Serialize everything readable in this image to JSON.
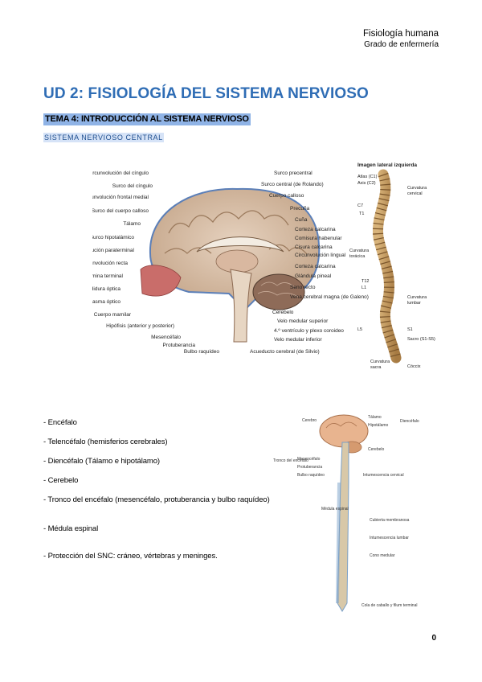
{
  "header": {
    "subject": "Fisiología humana",
    "degree": "Grado de enfermería"
  },
  "title": "UD 2: FISIOLOGÍA DEL SISTEMA NERVIOSO",
  "tema": "TEMA 4: INTRODUCCIÓN AL SISTEMA NERVIOSO",
  "section": "SISTEMA NERVIOSO CENTRAL",
  "figure1": {
    "labels_left": [
      "Circunvolución del cíngulo",
      "Surco del cíngulo",
      "Circunvolución frontal medial",
      "Surco del cuerpo calloso",
      "Tálamo",
      "Surco hipotalámico",
      "Circunvolución paraterminal",
      "Circunvolución recta",
      "Lámina terminal",
      "Hendidura óptica",
      "Quiasma óptico",
      "Cuerpo mamilar",
      "Hipófisis (anterior y posterior)",
      "Mesencéfalo",
      "Protuberancia",
      "Bulbo raquídeo",
      "Acueducto cerebral (de Silvio)"
    ],
    "labels_right": [
      "Surco precentral",
      "Surco central (de Rolando)",
      "Cuerpo calloso",
      "Precuña",
      "Cuña",
      "Corteza calcarina",
      "Comisura habenular",
      "Cisura calcarina",
      "Circunvolución lingual",
      "Corteza calcarina",
      "Glándula pineal",
      "Seno recto",
      "Vena cerebral magna (de Galeno)",
      "Cerebelo",
      "Velo medular superior",
      "4.º ventrículo y plexo coroideo",
      "Velo medular inferior"
    ],
    "spine_title": "Imagen lateral izquierda",
    "spine_labels": [
      "Atlas (C1)",
      "Axis (C2)",
      "Curvatura cervical",
      "C7",
      "T1",
      "Curvatura torácica",
      "T12",
      "L1",
      "Curvatura lumbar",
      "L5",
      "S1",
      "Sacro (S1-S5)",
      "Curvatura sacra",
      "Cóccix"
    ]
  },
  "bullets": [
    "- Encéfalo",
    "- Telencéfalo (hemisferios cerebrales)",
    "- Diencéfalo (Tálamo e hipotálamo)",
    "- Cerebelo",
    "- Tronco del encéfalo (mesencéfalo, protuberancia y bulbo raquídeo)",
    "- Médula espinal",
    "- Protección del SNC: cráneo, vértebras y meninges."
  ],
  "figure2": {
    "labels": [
      "Cerebro",
      "Tálamo",
      "Hipotálamo",
      "Diencéfalo",
      "Cerebelo",
      "Mesencéfalo",
      "Protuberancia",
      "Bulbo raquídeo",
      "Tronco del encéfalo",
      "Intumescencia cervical",
      "Médula espinal",
      "Cubierta membranosa",
      "Intumescencia lumbar",
      "Cono medular",
      "Cola de caballo y filum terminal"
    ]
  },
  "page_number": "0"
}
